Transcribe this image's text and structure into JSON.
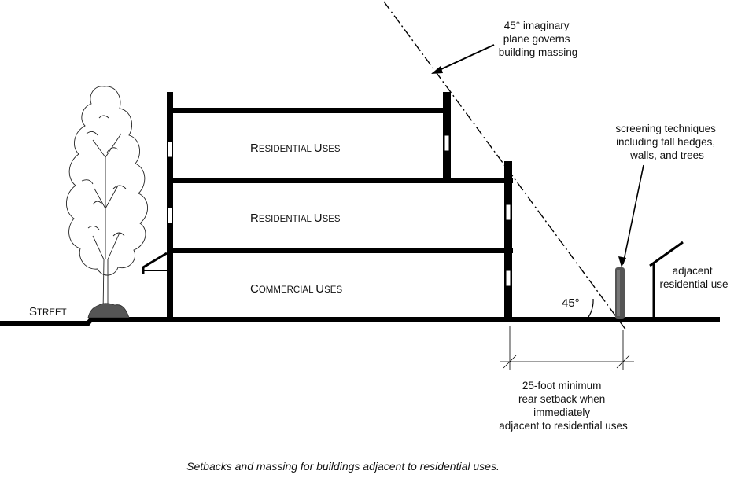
{
  "labels": {
    "street": "Street",
    "residential_upper": "Residential Uses",
    "residential_middle": "Residential Uses",
    "commercial": "Commercial Uses",
    "angle": "45°",
    "plane_note": [
      "45° imaginary",
      "plane governs",
      "building massing"
    ],
    "screening_note": [
      "screening techniques",
      "including tall hedges,",
      "walls, and trees"
    ],
    "adjacent_note": [
      "adjacent",
      "residential use"
    ],
    "setback_note": [
      "25-foot minimum",
      "rear setback when",
      "immediately",
      "adjacent to residential uses"
    ]
  },
  "caption": "Setbacks and massing for buildings adjacent to residential uses."
}
